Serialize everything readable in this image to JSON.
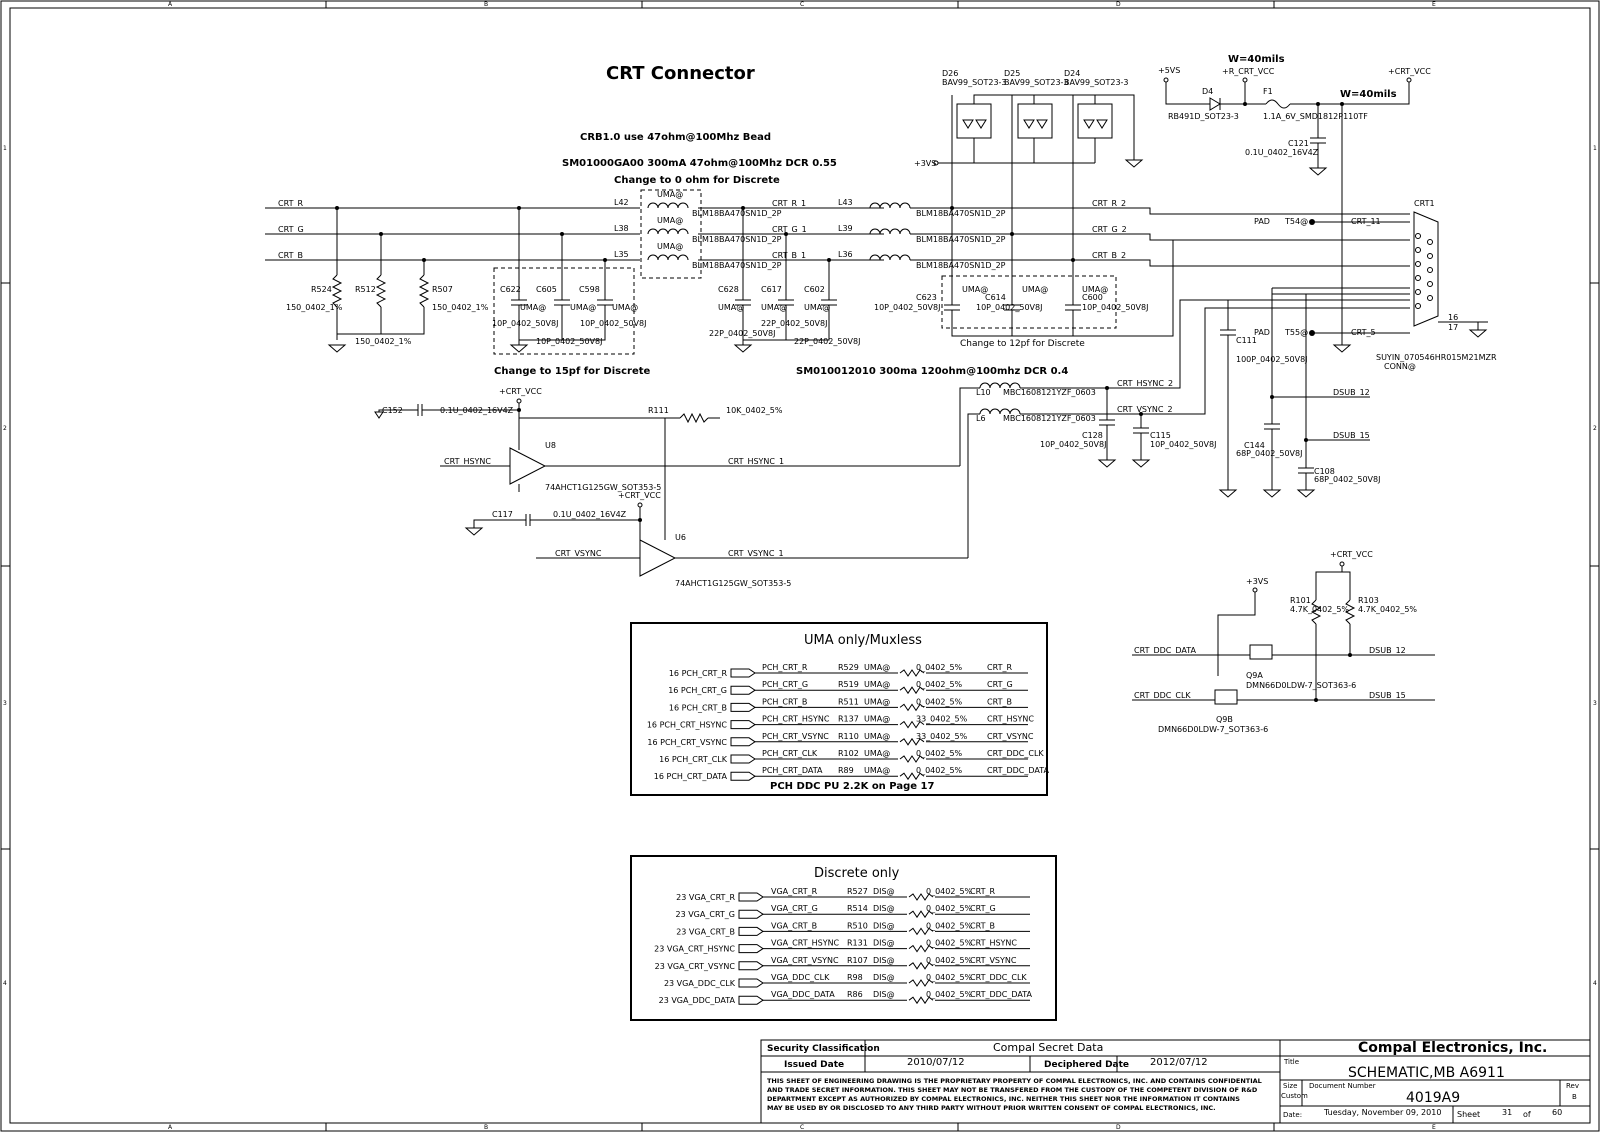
{
  "sheet": {
    "border_cols": [
      "A",
      "B",
      "C",
      "D",
      "E"
    ],
    "border_rows": [
      "1",
      "2",
      "3",
      "4"
    ]
  },
  "header": {
    "title": "CRT Connector",
    "note1": "CRB1.0 use 47ohm@100Mhz Bead",
    "note2": "SM01000GA00 300mA 47ohm@100Mhz DCR 0.55",
    "note3": "Change to 0 ohm for Discrete",
    "note4": "Change to 15pf for Discrete",
    "note5": "SM010012010 300ma 120ohm@100mhz DCR 0.4",
    "note6": "Change to 12pf for Discrete",
    "w1": "W=40mils",
    "w2": "W=40mils"
  },
  "nets": {
    "crt_r": "CRT_R",
    "crt_g": "CRT_G",
    "crt_b": "CRT_B",
    "crt_r1": "CRT_R_1",
    "crt_g1": "CRT_G_1",
    "crt_b1": "CRT_B_1",
    "crt_r2": "CRT_R_2",
    "crt_g2": "CRT_G_2",
    "crt_b2": "CRT_B_2",
    "crt_hsync": "CRT_HSYNC",
    "crt_vsync": "CRT_VSYNC",
    "crt_hsync1": "CRT_HSYNC_1",
    "crt_vsync1": "CRT_VSYNC_1",
    "crt_hsync2": "CRT_HSYNC_2",
    "crt_vsync2": "CRT_VSYNC_2",
    "dsub12": "DSUB_12",
    "dsub15": "DSUB_15",
    "crt_ddc_data": "CRT_DDC_DATA",
    "crt_ddc_clk": "CRT_DDC_CLK",
    "crt11": "CRT_11",
    "crt5": "CRT_5",
    "p5vs": "+5VS",
    "p3vs": "+3VS",
    "r_crt_vcc": "+R_CRT_VCC",
    "crt_vcc": "+CRT_VCC"
  },
  "parts": {
    "l42": "L42",
    "l38": "L38",
    "l35": "L35",
    "l43": "L43",
    "l39": "L39",
    "l36": "L36",
    "blm": "BLM18BA470SN1D_2P",
    "uma": "UMA@",
    "r524": "R524",
    "r512": "R512",
    "r507": "R507",
    "r150": "150_0402_1%",
    "c622": "C622",
    "c605": "C605",
    "c598": "C598",
    "c10p": "10P_0402_50V8J",
    "c628": "C628",
    "c617": "C617",
    "c602": "C602",
    "c22p": "22P_0402_50V8J",
    "c623": "C623",
    "c614": "C614",
    "c600": "C600",
    "d26": "D26",
    "d25": "D25",
    "d24": "D24",
    "bav99": "BAV99_SOT23-3",
    "d4": "D4",
    "rb491": "RB491D_SOT23-3",
    "f1": "F1",
    "fuse": "1.1A_6V_SMD1812P110TF",
    "c121": "C121",
    "c01u": "0.1U_0402_16V4Z",
    "crt1": "CRT1",
    "conn": "SUYIN_070546HR015M21MZR",
    "conn_at": "CONN@",
    "pad": "PAD",
    "t54": "T54@",
    "t55": "T55@",
    "c111": "C111",
    "c100p": "100P_0402_50V8J",
    "c144": "C144",
    "c108": "C108",
    "c68p": "68P_0402_50V8J",
    "l10": "L10",
    "l6": "L6",
    "mbc": "MBC1608121YZF_0603",
    "c128": "C128",
    "c115": "C115",
    "c152": "C152",
    "c117": "C117",
    "u8": "U8",
    "u6": "U6",
    "buf": "74AHCT1G125GW_SOT353-5",
    "r111": "R111",
    "r10k": "10K_0402_5%",
    "q9a": "Q9A",
    "q9b": "Q9B",
    "dmn": "DMN66D0LDW-7_SOT363-6",
    "r101": "R101",
    "r103": "R103",
    "r47k": "4.7K_0402_5%"
  },
  "uma_table": {
    "title": "UMA only/Muxless",
    "footer": "PCH DDC PU 2.2K on Page 17",
    "opt": "UMA@",
    "rows": [
      {
        "src": "16  PCH_CRT_R",
        "net": "PCH_CRT_R",
        "ref": "R529",
        "val": "0_0402_5%",
        "out": "CRT_R"
      },
      {
        "src": "16  PCH_CRT_G",
        "net": "PCH_CRT_G",
        "ref": "R519",
        "val": "0_0402_5%",
        "out": "CRT_G"
      },
      {
        "src": "16  PCH_CRT_B",
        "net": "PCH_CRT_B",
        "ref": "R511",
        "val": "0_0402_5%",
        "out": "CRT_B"
      },
      {
        "src": "16  PCH_CRT_HSYNC",
        "net": "PCH_CRT_HSYNC",
        "ref": "R137",
        "val": "33_0402_5%",
        "out": "CRT_HSYNC"
      },
      {
        "src": "16  PCH_CRT_VSYNC",
        "net": "PCH_CRT_VSYNC",
        "ref": "R110",
        "val": "33_0402_5%",
        "out": "CRT_VSYNC"
      },
      {
        "src": "16  PCH_CRT_CLK",
        "net": "PCH_CRT_CLK",
        "ref": "R102",
        "val": "0_0402_5%",
        "out": "CRT_DDC_CLK"
      },
      {
        "src": "16  PCH_CRT_DATA",
        "net": "PCH_CRT_DATA",
        "ref": "R89",
        "val": "0_0402_5%",
        "out": "CRT_DDC_DATA"
      }
    ]
  },
  "dis_table": {
    "title": "Discrete only",
    "opt": "DIS@",
    "rows": [
      {
        "src": "23  VGA_CRT_R",
        "net": "VGA_CRT_R",
        "ref": "R527",
        "val": "0_0402_5%",
        "out": "CRT_R"
      },
      {
        "src": "23  VGA_CRT_G",
        "net": "VGA_CRT_G",
        "ref": "R514",
        "val": "0_0402_5%",
        "out": "CRT_G"
      },
      {
        "src": "23  VGA_CRT_B",
        "net": "VGA_CRT_B",
        "ref": "R510",
        "val": "0_0402_5%",
        "out": "CRT_B"
      },
      {
        "src": "23  VGA_CRT_HSYNC",
        "net": "VGA_CRT_HSYNC",
        "ref": "R131",
        "val": "0_0402_5%",
        "out": "CRT_HSYNC"
      },
      {
        "src": "23  VGA_CRT_VSYNC",
        "net": "VGA_CRT_VSYNC",
        "ref": "R107",
        "val": "0_0402_5%",
        "out": "CRT_VSYNC"
      },
      {
        "src": "23  VGA_DDC_CLK",
        "net": "VGA_DDC_CLK",
        "ref": "R98",
        "val": "0_0402_5%",
        "out": "CRT_DDC_CLK"
      },
      {
        "src": "23  VGA_DDC_DATA",
        "net": "VGA_DDC_DATA",
        "ref": "R86",
        "val": "0_0402_5%",
        "out": "CRT_DDC_DATA"
      }
    ]
  },
  "title_block": {
    "sec_label": "Security Classification",
    "sec_value": "Compal Secret Data",
    "issued_label": "Issued Date",
    "issued_value": "2010/07/12",
    "deciph_label": "Deciphered Date",
    "deciph_value": "2012/07/12",
    "company": "Compal Electronics, Inc.",
    "title_label": "Title",
    "title_value": "SCHEMATIC,MB A6911",
    "size_label": "Size",
    "size_value": "Custom",
    "docnum_label": "Document Number",
    "docnum_value": "4019A9",
    "rev_label": "Rev",
    "rev_value": "B",
    "date_label": "Date:",
    "date_value": "Tuesday, November 09, 2010",
    "sheet_label": "Sheet",
    "sheet_num": "31",
    "of_label": "of",
    "sheet_total": "60",
    "disclaimer1": "THIS SHEET OF ENGINEERING DRAWING IS THE PROPRIETARY PROPERTY OF COMPAL ELECTRONICS, INC. AND CONTAINS CONFIDENTIAL",
    "disclaimer2": "AND TRADE SECRET INFORMATION. THIS SHEET MAY NOT BE TRANSFERED FROM THE CUSTODY OF THE COMPETENT DIVISION OF R&D",
    "disclaimer3": "DEPARTMENT EXCEPT AS AUTHORIZED BY COMPAL ELECTRONICS, INC. NEITHER THIS SHEET NOR THE INFORMATION IT CONTAINS",
    "disclaimer4": "MAY BE USED BY OR DISCLOSED TO ANY THIRD PARTY WITHOUT PRIOR WRITTEN CONSENT OF COMPAL ELECTRONICS, INC."
  }
}
